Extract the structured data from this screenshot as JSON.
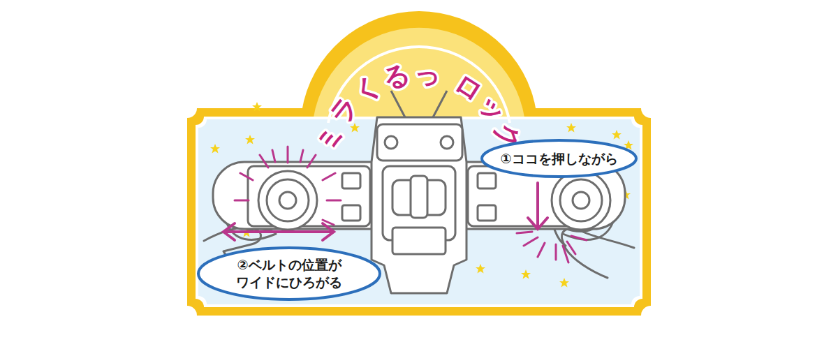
{
  "diagram": {
    "title": "ミラくるっ ロック",
    "nodes": [
      {
        "text": [
          "①ココを押しながら"
        ]
      },
      {
        "text": [
          "②ベルトの位置が ワイドにひろがる"
        ]
      }
    ]
  }
}
